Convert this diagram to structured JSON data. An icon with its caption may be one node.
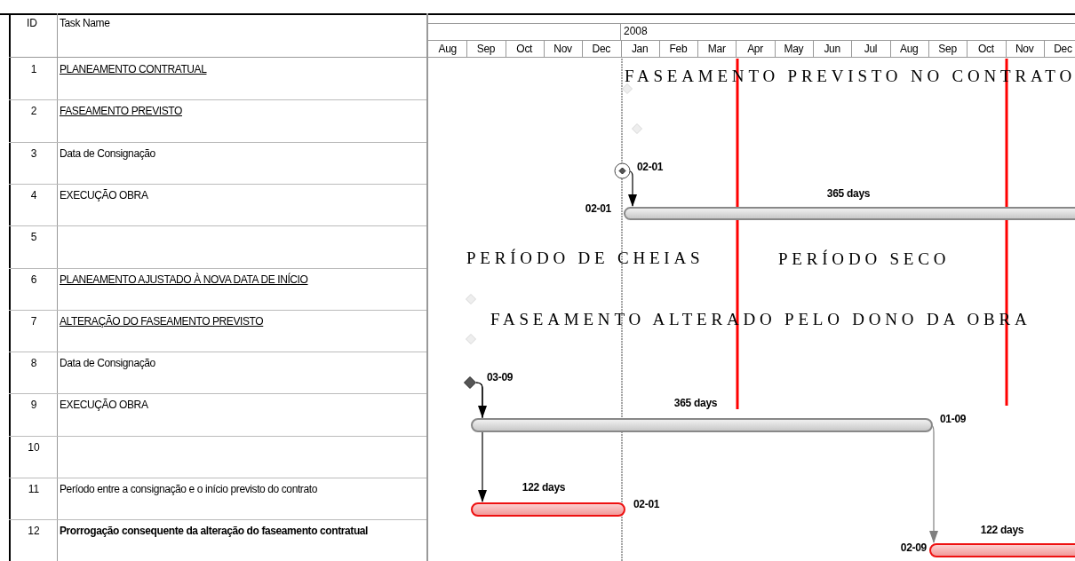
{
  "diagram": {
    "nodes": [
      {
        "text": [],
        "shape": "diamond"
      },
      {
        "text": [],
        "shape": "diamond"
      },
      {
        "text": [],
        "shape": "diamond",
        "beside": [
          "02-01"
        ]
      },
      {
        "text": [],
        "shape": "bar",
        "beside": [
          "02-01",
          "365 days"
        ]
      },
      {
        "text": [],
        "shape": "diamond"
      },
      {
        "text": [],
        "shape": "diamond"
      },
      {
        "text": [],
        "shape": "diamond",
        "beside": [
          "03-09"
        ]
      },
      {
        "text": [],
        "shape": "bar",
        "beside": [
          "365 days",
          "01-09"
        ]
      },
      {
        "text": [],
        "shape": "bar",
        "beside": [
          "122 days",
          "02-01"
        ]
      },
      {
        "text": [],
        "shape": "bar",
        "beside": [
          "02-09",
          "122 days"
        ]
      }
    ],
    "edges": [
      {
        "from": 2,
        "to": 3,
        "arrow": "to"
      },
      {
        "from": 6,
        "to": 7,
        "arrow": "to"
      },
      {
        "from": 6,
        "to": 8,
        "arrow": "to"
      },
      {
        "from": 7,
        "to": 9,
        "arrow": "to",
        "color": "#808080"
      }
    ],
    "labels": [
      "ID",
      "Task Name",
      "1",
      "PLANEAMENTO CONTRATUAL",
      "2",
      "FASEAMENTO PREVISTO",
      "3",
      "Data de Consignação",
      "4",
      "EXECUÇÃO OBRA",
      "5",
      "6",
      "PLANEAMENTO AJUSTADO À NOVA DATA DE INÍCIO",
      "7",
      "ALTERAÇÃO DO FASEAMENTO PREVISTO",
      "8",
      "Data de Consignação",
      "9",
      "EXECUÇÃO OBRA",
      "10",
      "11",
      "Período entre a consignação e o início previsto do contrato",
      "12",
      "Prorrogação consequente da alteração do faseamento contratual",
      "2008",
      "Aug",
      "Sep",
      "Oct",
      "Nov",
      "Dec",
      "Jan",
      "Feb",
      "Mar",
      "Apr",
      "May",
      "Jun",
      "Jul",
      "Aug",
      "Sep",
      "Oct",
      "Nov",
      "Dec",
      "FASEAMENTO PREVISTO NO CONTRATO",
      "PERÍODO DE CHEIAS",
      "PERÍODO SECO",
      "FASEAMENTO ALTERADO PELO DONO DA OBRA"
    ]
  }
}
